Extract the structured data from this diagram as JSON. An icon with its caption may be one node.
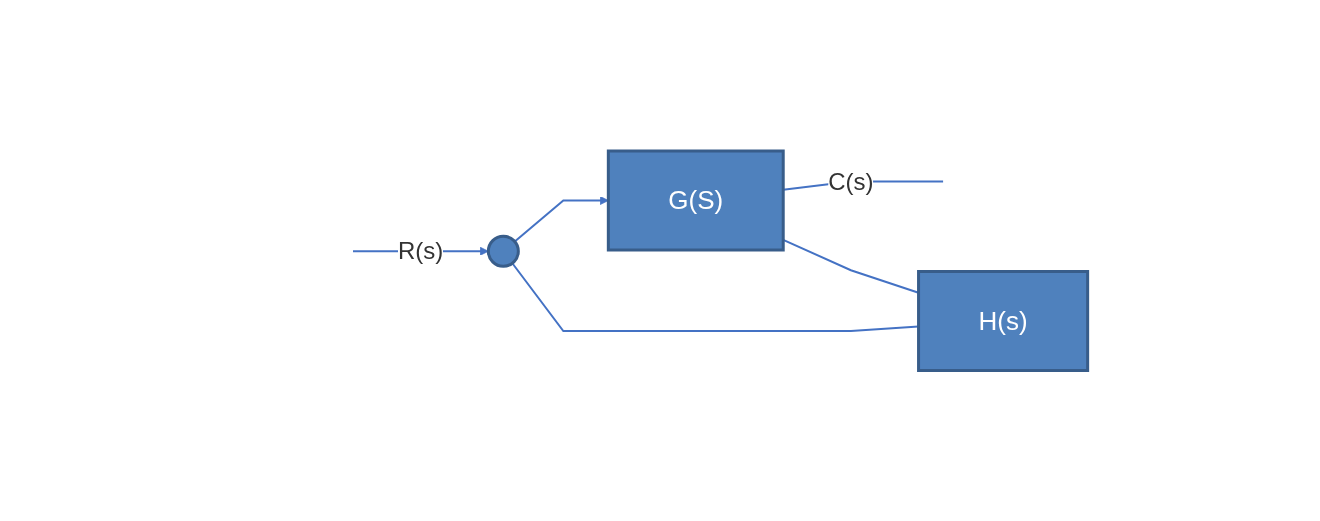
{
  "diagram": {
    "nodes": [
      {
        "text": [],
        "shape": "circle"
      },
      {
        "text": [
          "G(S)"
        ]
      },
      {
        "text": [
          "H(s)"
        ]
      }
    ],
    "edges": [
      {
        "from": null,
        "to": 0,
        "arrow": "to",
        "label": "R(s)"
      },
      {
        "from": 0,
        "to": 1,
        "arrow": "to"
      },
      {
        "from": 1,
        "to": null,
        "arrow": "none",
        "label": "C(s)"
      },
      {
        "from": 1,
        "to": 2,
        "arrow": "none"
      },
      {
        "from": 2,
        "to": 0,
        "arrow": "none"
      }
    ]
  }
}
